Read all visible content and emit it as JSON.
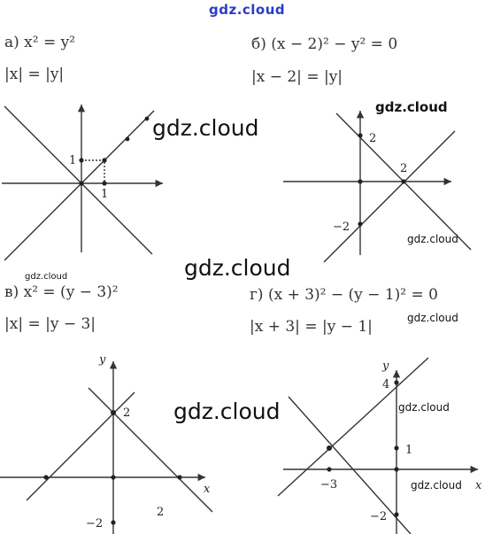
{
  "watermarks": {
    "top": "gdz.cloud",
    "big1": "gdz.cloud",
    "big2": "gdz.cloud",
    "big3": "gdz.cloud",
    "mid1": "gdz.cloud",
    "small1": "gdz.cloud",
    "small2": "gdz.cloud",
    "small3": "gdz.cloud",
    "small4": "gdz.cloud",
    "tiny1": "gdz.cloud"
  },
  "problems": {
    "a": {
      "eq": "а)  x² = y²",
      "mod": "|x| = |y|",
      "labels": {
        "one_y": "1",
        "one_x": "1"
      }
    },
    "b": {
      "eq": "б)  (x − 2)² − y² = 0",
      "mod": "|x − 2| = |y|",
      "labels": {
        "two_y": "2",
        "two_x": "2",
        "neg_two": "−2"
      }
    },
    "c": {
      "eq": "в)  x² = (y − 3)²",
      "mod": "|x| = |y − 3|",
      "labels": {
        "y": "y",
        "x": "x",
        "two": "2",
        "neg_two": "−2",
        "two_b": "2"
      }
    },
    "d": {
      "eq": "г)  (x + 3)² − (y − 1)² = 0",
      "mod": "|x + 3| = |y − 1|",
      "labels": {
        "y": "y",
        "x": "x",
        "four": "4",
        "one": "1",
        "neg_three": "−3",
        "neg_two": "−2"
      }
    }
  }
}
